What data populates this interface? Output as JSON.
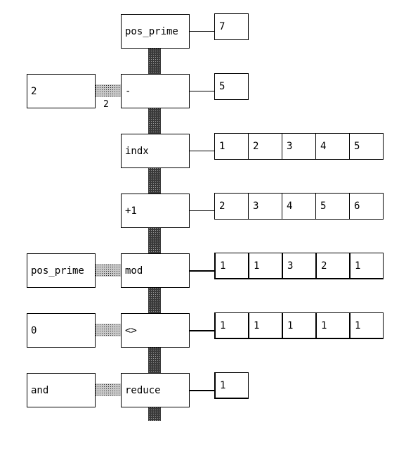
{
  "pipeline": {
    "ops": [
      "pos_prime",
      "-",
      "indx",
      "+1",
      "mod",
      "<>",
      "reduce"
    ]
  },
  "args": {
    "minus_arg": "2",
    "minus_arg_value": "2",
    "mod_arg": "pos_prime",
    "ne_arg": "0",
    "reduce_arg": "and"
  },
  "results": {
    "pos_prime": [
      "7"
    ],
    "minus": [
      "5"
    ],
    "indx": [
      "1",
      "2",
      "3",
      "4",
      "5"
    ],
    "plus1": [
      "2",
      "3",
      "4",
      "5",
      "6"
    ],
    "mod": [
      "1",
      "1",
      "3",
      "2",
      "1"
    ],
    "ne": [
      "1",
      "1",
      "1",
      "1",
      "1"
    ],
    "reduce": [
      "1"
    ]
  }
}
